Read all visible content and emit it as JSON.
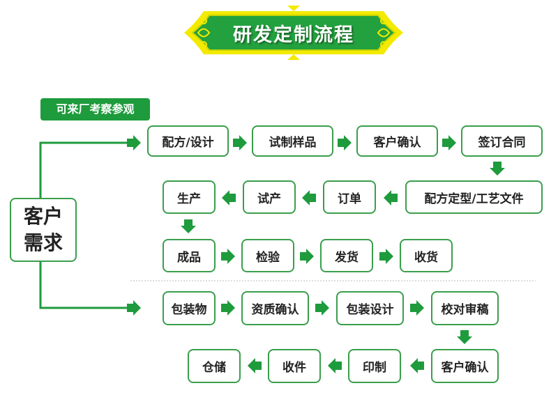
{
  "title": "研发定制流程",
  "visit_tag": "可来厂考察参观",
  "customer": {
    "line1": "客户",
    "line2": "需求"
  },
  "flow1": {
    "row1": [
      "配方/设计",
      "试制样品",
      "客户确认",
      "签订合同"
    ],
    "row2": [
      "生产",
      "试产",
      "订单",
      "配方定型/工艺文件"
    ],
    "row3": [
      "成品",
      "检验",
      "发货",
      "收货"
    ]
  },
  "flow2": {
    "row1": [
      "包装物",
      "资质确认",
      "包装设计",
      "校对审稿"
    ],
    "row2": [
      "仓储",
      "收件",
      "印制",
      "客户确认"
    ]
  },
  "colors": {
    "green": "#1e9b3c",
    "border": "#3a9e4c",
    "banner_yellow": "#f3ea00",
    "banner_green": "#23a13f"
  },
  "icons": [
    "arrow-right-icon",
    "arrow-left-icon",
    "arrow-down-icon",
    "ornament-icon"
  ]
}
